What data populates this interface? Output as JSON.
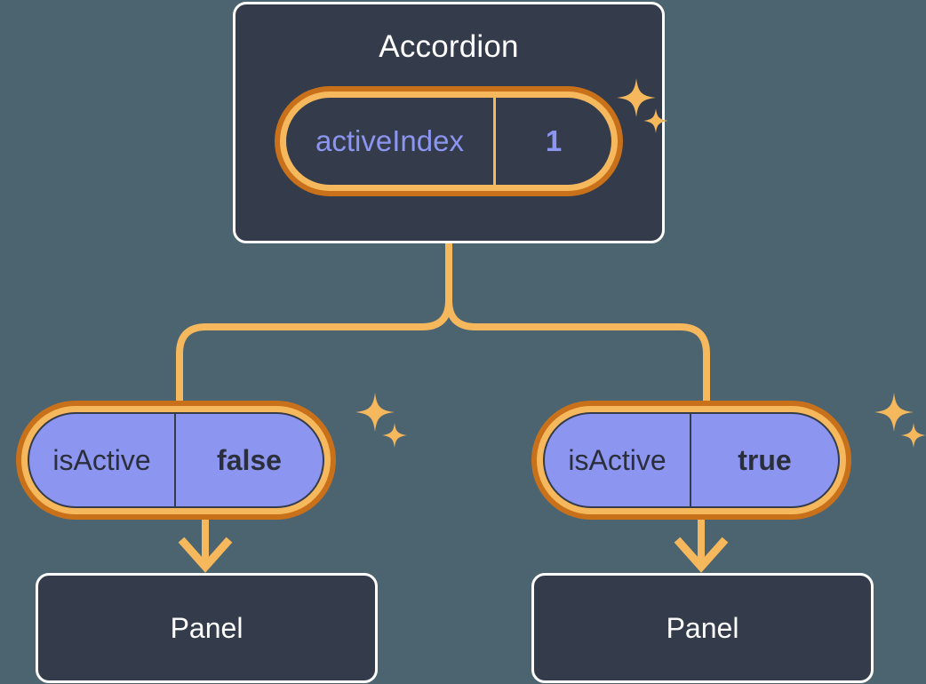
{
  "background_color": "#4c6470",
  "palette": {
    "card_fill": "#343b4a",
    "card_border": "#ffffff",
    "ring_outer": "#c9711a",
    "ring_inner": "#f6b85c",
    "wire": "#f6b85c",
    "value_purple": "#8c95f0",
    "leaf_text": "#2b2f3c",
    "sparkle": "#f6b85c"
  },
  "root": {
    "title": "Accordion",
    "state_pill": {
      "key": "activeIndex",
      "value": "1",
      "highlighted": true,
      "sparkle_icon": "sparkle-icon"
    }
  },
  "children": [
    {
      "prop_pill": {
        "key": "isActive",
        "value": "false",
        "highlighted": true,
        "sparkle_icon": "sparkle-icon"
      },
      "arrow_icon": "arrow-down-icon",
      "panel_label": "Panel"
    },
    {
      "prop_pill": {
        "key": "isActive",
        "value": "true",
        "highlighted": true,
        "sparkle_icon": "sparkle-icon"
      },
      "arrow_icon": "arrow-down-icon",
      "panel_label": "Panel"
    }
  ]
}
